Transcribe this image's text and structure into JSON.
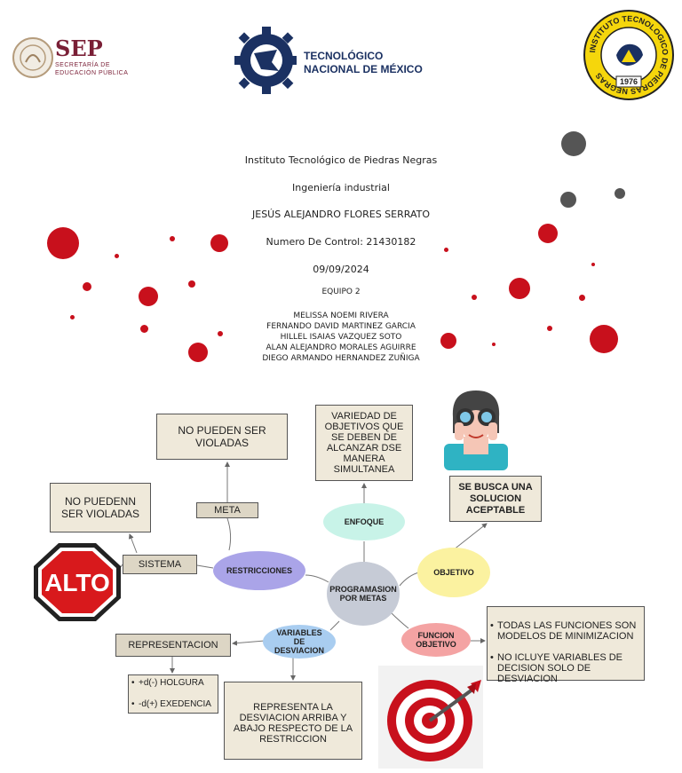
{
  "logos": {
    "sep": {
      "name": "SEP",
      "sub1": "SECRETARÍA DE",
      "sub2": "EDUCACIÓN PÚBLICA"
    },
    "tecnm": {
      "line1": "TECNOLÓGICO",
      "line2": "NACIONAL DE MÉXICO"
    },
    "itpn": {
      "ring_text": "INSTITUTO TECNOLOGICO DE PIEDRAS NEGRAS",
      "year": "1976"
    }
  },
  "cover": {
    "institute": "Instituto Tecnológico de Piedras Negras",
    "career": "Ingeniería industrial",
    "student": "JESÚS ALEJANDRO FLORES SERRATO",
    "control": "Numero De Control: 21430182",
    "date": "09/09/2024",
    "team": "EQUIPO 2",
    "members": [
      "MELISSA NOEMI RIVERA",
      "FERNANDO DAVID MARTINEZ GARCIA",
      "HILLEL ISAIAS VAZQUEZ SOTO",
      "ALAN ALEJANDRO MORALES AGUIRRE",
      "DIEGO ARMANDO HERNANDEZ ZUÑIGA"
    ]
  },
  "diagram": {
    "center": "PROGRAMASION POR METAS",
    "nodes": {
      "enfoque": "ENFOQUE",
      "objetivo": "OBJETIVO",
      "restricciones": "RESTRICCIONES",
      "funcion_objetivo": "FUNCION OBJETIVO",
      "variables_desviacion": "VARIABLES DE DESVIACION"
    },
    "boxes": {
      "no_pueden_ser_violadas": "NO PUEDEN SER VIOLADAS",
      "no_puedenn_ser_violadas": "NO PUEDENN SER VIOLADAS",
      "meta": "META",
      "sistema": "SISTEMA",
      "variedad": "VARIEDAD DE OBJETIVOS QUE SE DEBEN DE ALCANZAR DSE MANERA SIMULTANEA",
      "se_busca": "SE BUSCA UNA SOLUCION ACEPTABLE",
      "representacion": "REPRESENTACION",
      "representa": "REPRESENTA LA DESVIACION ARRIBA Y ABAJO RESPECTO DE LA RESTRICCION",
      "holgura_items": [
        "+d(-) HOLGURA",
        "-d(+) EXEDENCIA"
      ],
      "funcion_items": [
        "TODAS LAS FUNCIONES SON MODELOS DE MINIMIZACION",
        "NO ICLUYE VARIABLES DE DECISION SOLO DE DESVIACION"
      ]
    },
    "stop_sign": "ALTO"
  },
  "colors": {
    "enfoque": "#c8f3e8",
    "objetivo": "#fbf2a0",
    "restricciones": "#aaa4e8",
    "funcion_objetivo": "#f4a3a3",
    "variables_desviacion": "#a9cdf0",
    "center": "#c6cbd6",
    "blood": "#c8101c",
    "stop": "#d8191c"
  }
}
